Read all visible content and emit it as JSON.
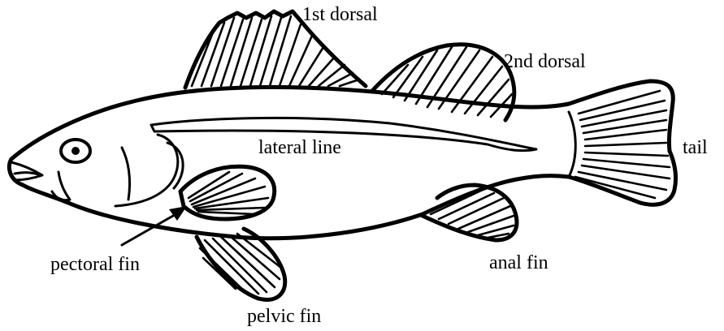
{
  "labels": {
    "first_dorsal": "1st dorsal",
    "second_dorsal": "2nd dorsal",
    "lateral_line": "lateral line",
    "tail": "tail",
    "pectoral_fin": "pectoral fin",
    "anal_fin": "anal fin",
    "pelvic_fin": "pelvic fin"
  },
  "colors": {
    "ink": "#000000",
    "background": "#ffffff"
  }
}
